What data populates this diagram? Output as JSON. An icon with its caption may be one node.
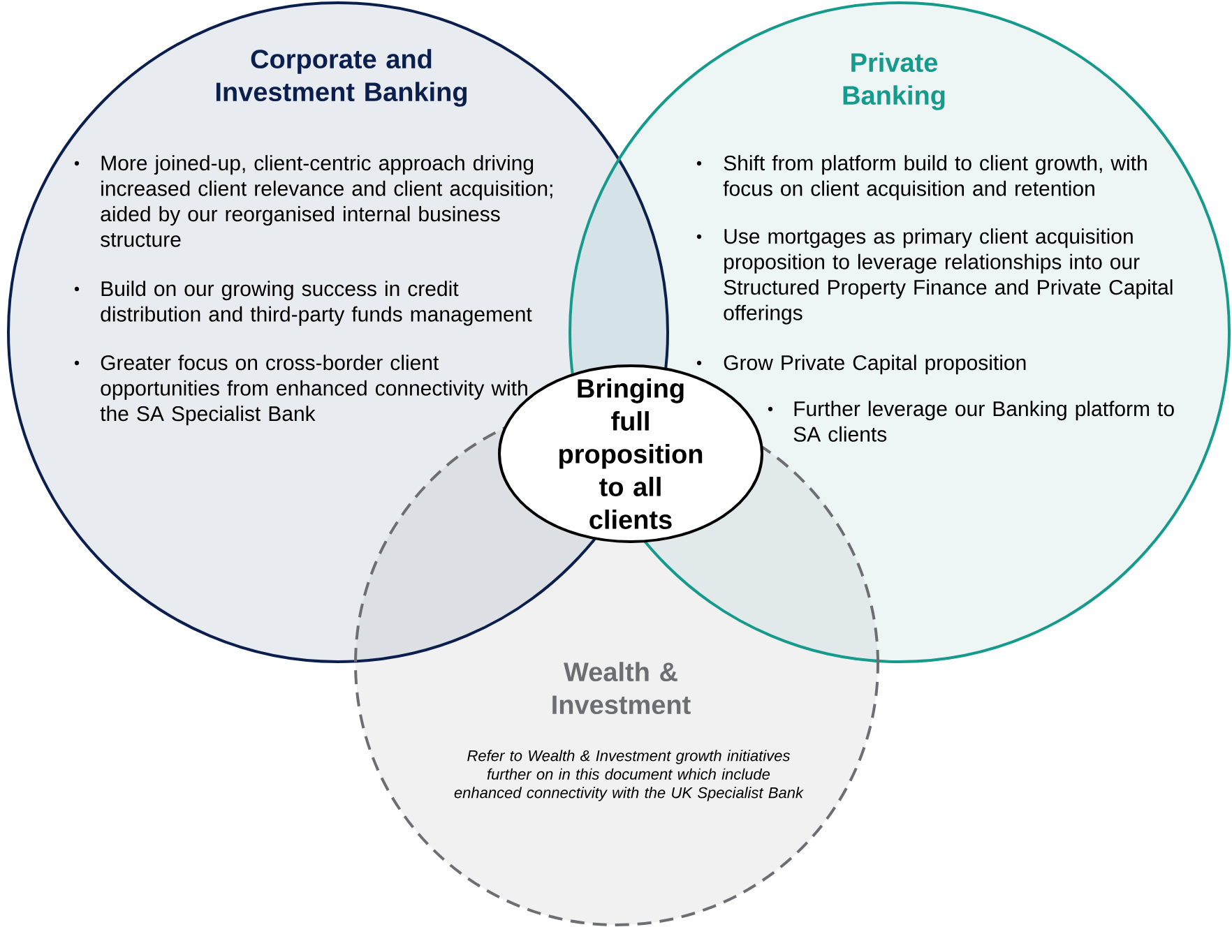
{
  "diagram": {
    "nodes": [
      {
        "text": [
          "Corporate and Investment Banking",
          "More joined-up, client-centric approach driving increased client relevance and client acquisition; aided by our reorganised internal business structure",
          "Build on our growing success in credit distribution and third-party funds management",
          "Greater focus on cross-border client opportunities from enhanced connectivity with the SA Specialist Bank"
        ]
      },
      {
        "text": [
          "Private Banking",
          "Shift from platform build to client growth, with focus on client acquisition and retention",
          "Use mortgages as primary client acquisition proposition to leverage relationships into our Structured Property Finance and Private Capital offerings",
          "Grow Private Capital proposition",
          "Further leverage our Banking platform to SA clients"
        ]
      },
      {
        "text": [
          "Wealth & Investment",
          "Refer to Wealth & Investment growth initiatives further on in this document which include enhanced connectivity with the UK Specialist Bank"
        ]
      },
      {
        "text": [
          "Bringing full proposition to all clients"
        ]
      }
    ]
  }
}
